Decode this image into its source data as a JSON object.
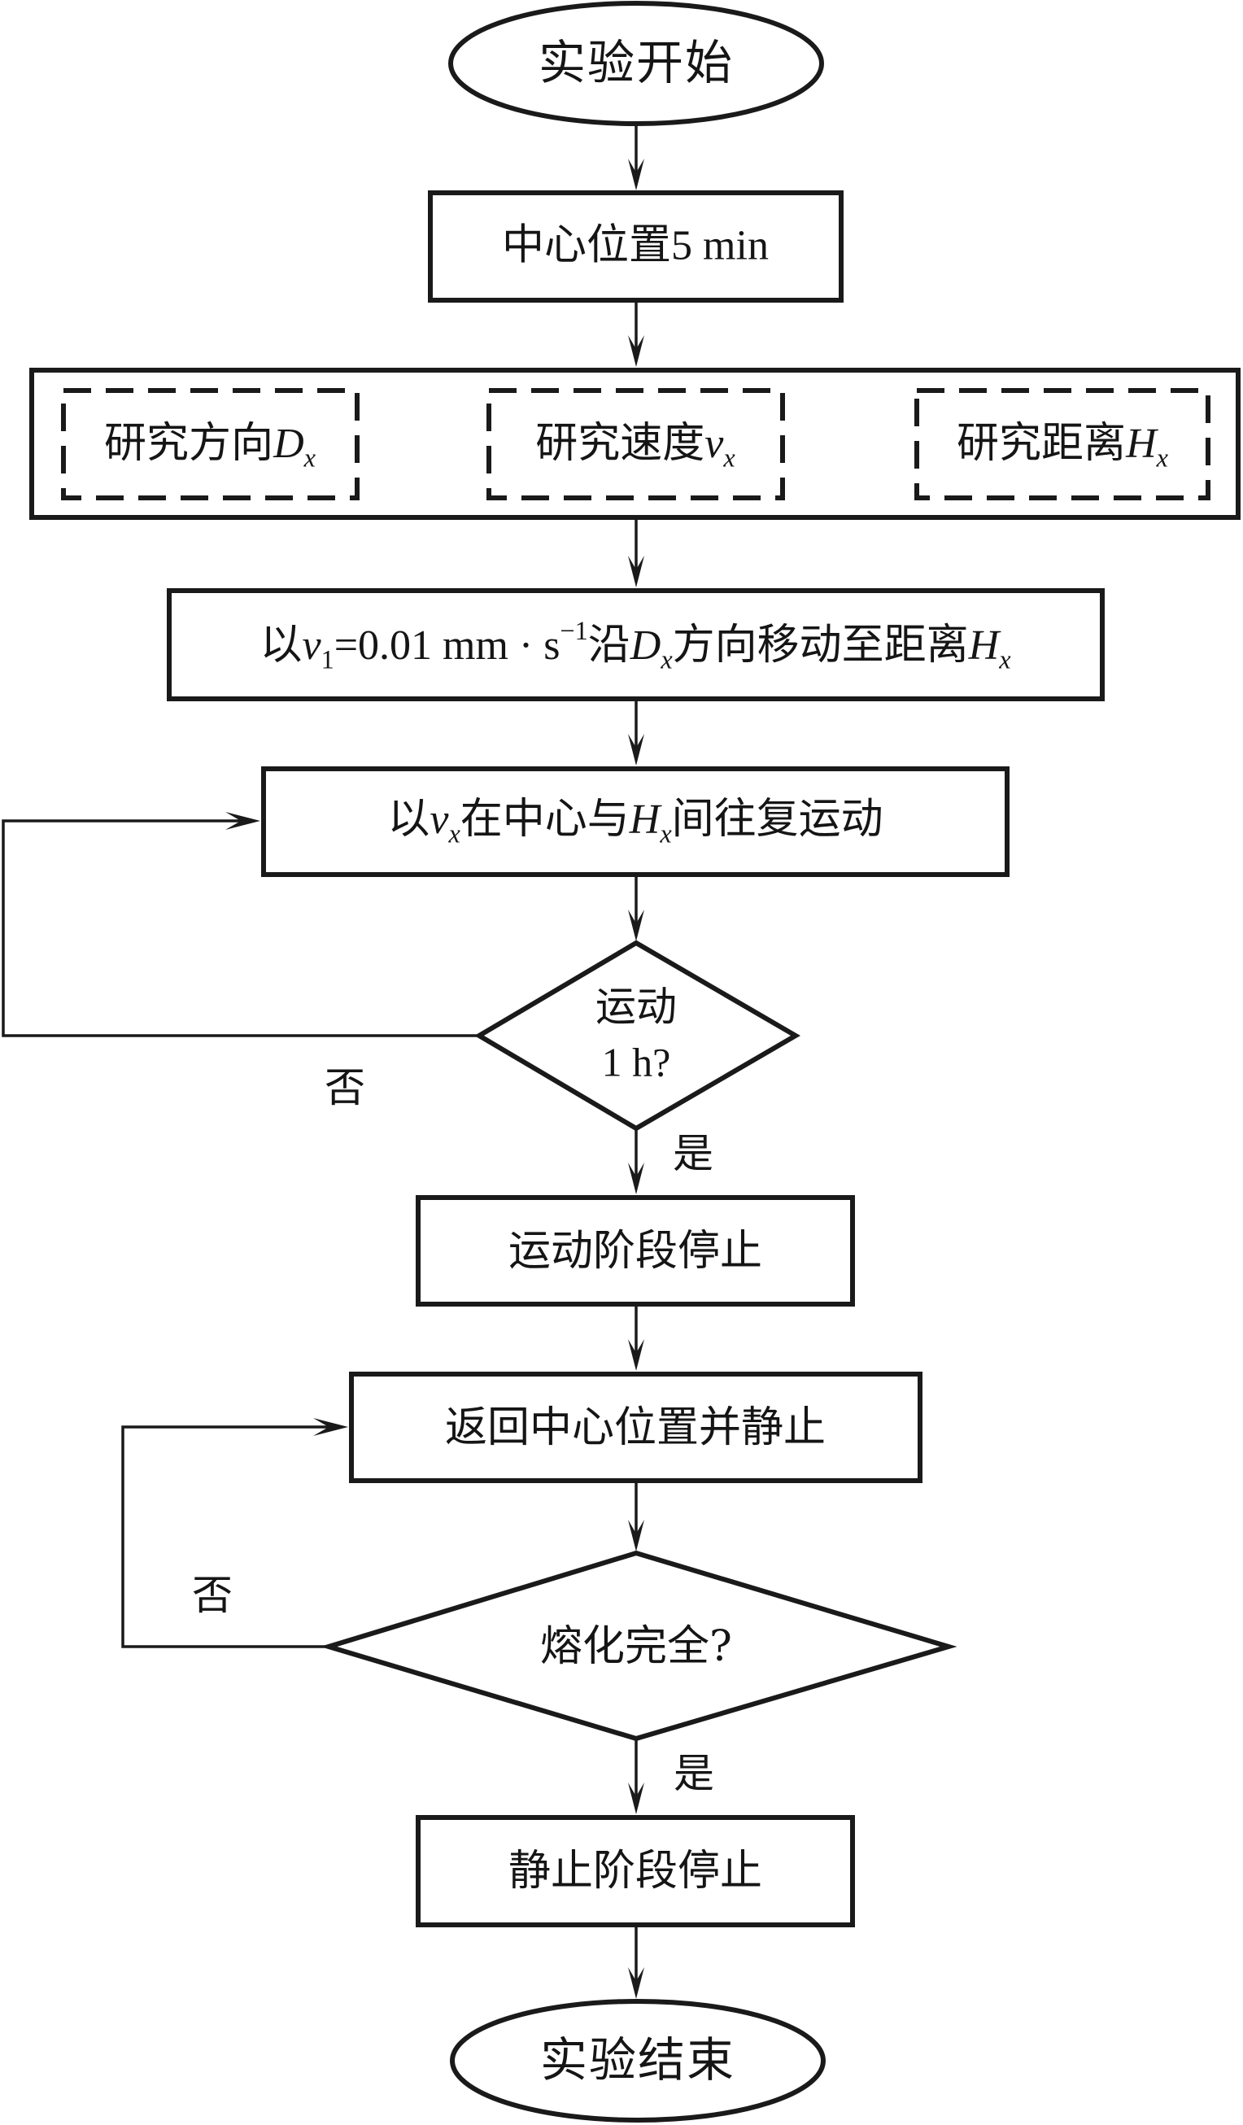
{
  "flowchart": {
    "start": {
      "label": "实验开始"
    },
    "center_hold": {
      "text": "中心位置",
      "duration": "5 min"
    },
    "study_group": {
      "direction": {
        "text": "研究方向",
        "var": "D",
        "sub": "x"
      },
      "speed": {
        "text": "研究速度",
        "var": "v",
        "sub": "x"
      },
      "distance": {
        "text": "研究距离",
        "var": "H",
        "sub": "x"
      }
    },
    "move_step": {
      "prefix": "以",
      "var": "v",
      "sub": "1",
      "value": "=0.01 mm · s",
      "exp": "−1",
      "mid": "沿",
      "dir_var": "D",
      "dir_sub": "x",
      "suffix": "方向移动至距离",
      "dist_var": "H",
      "dist_sub": "x"
    },
    "reciprocate": {
      "prefix": "以",
      "var": "v",
      "sub": "x",
      "mid": "在中心与",
      "dist_var": "H",
      "dist_sub": "x",
      "suffix": "间往复运动"
    },
    "decision_1": {
      "line1": "运动",
      "line2": "1 h?"
    },
    "decision_1_no": "否",
    "decision_1_yes": "是",
    "motion_stop": {
      "label": "运动阶段停止"
    },
    "return_center": {
      "label": "返回中心位置并静止"
    },
    "decision_2": {
      "label": "熔化完全?"
    },
    "decision_2_no": "否",
    "decision_2_yes": "是",
    "static_stop": {
      "label": "静止阶段停止"
    },
    "end": {
      "label": "实验结束"
    }
  }
}
